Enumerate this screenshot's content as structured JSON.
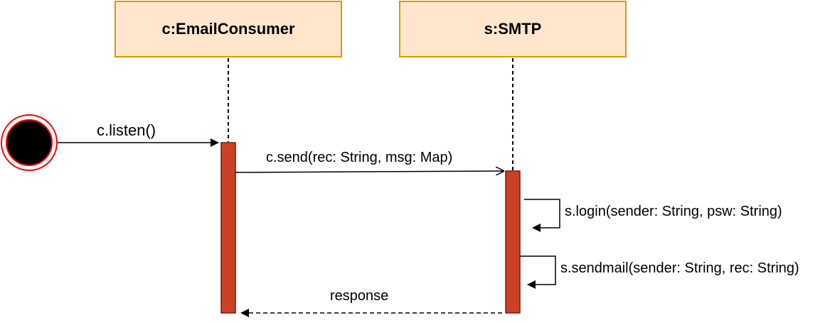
{
  "participants": [
    {
      "id": "consumer",
      "label": "c:EmailConsumer"
    },
    {
      "id": "smtp",
      "label": "s:SMTP"
    }
  ],
  "messages": {
    "listen": "c.listen()",
    "send": "c.send(rec: String, msg: Map)",
    "login": "s.login(sender: String, psw: String)",
    "sendmail": "s.sendmail(sender: String, rec: String)",
    "response": "response"
  },
  "colors": {
    "participant_fill": "#ffe6cc",
    "participant_border": "#d79b00",
    "activation_fill": "#cc4125",
    "activation_border": "#6d1f10",
    "start_ring": "#ff0000",
    "start_fill": "#000000",
    "line": "#000000"
  }
}
